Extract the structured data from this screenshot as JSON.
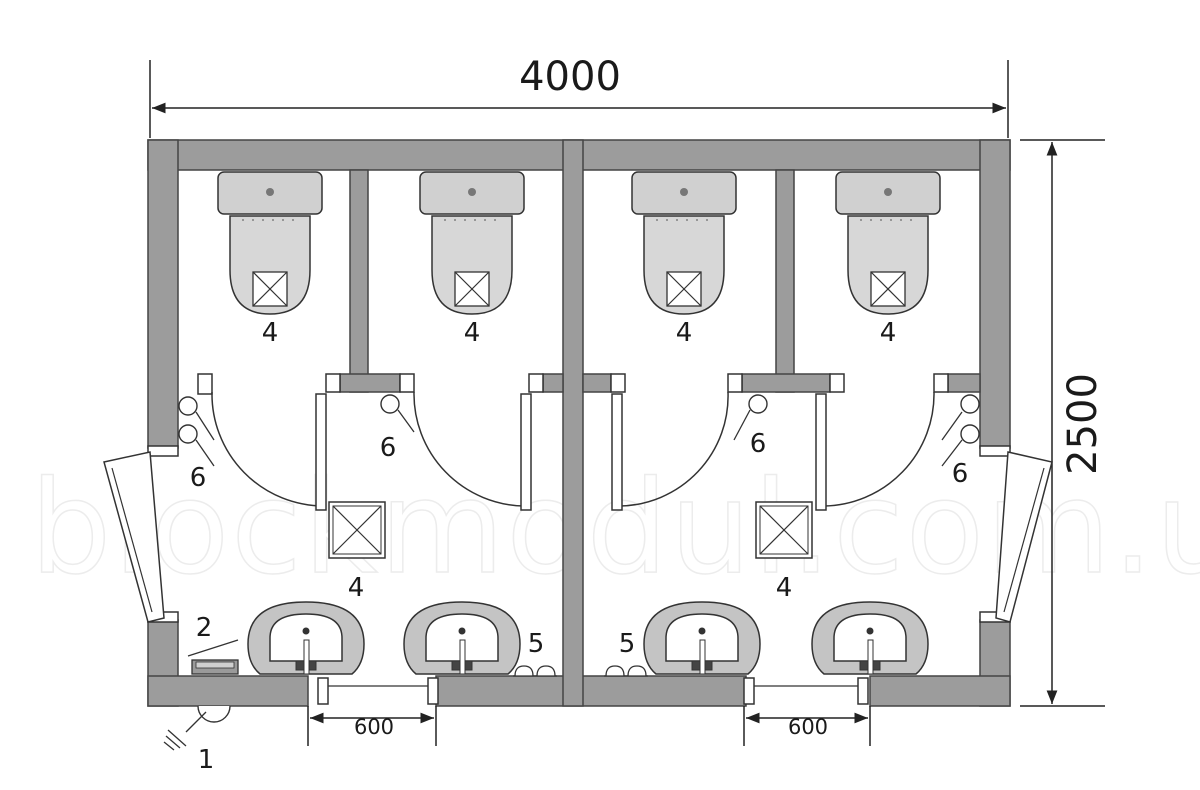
{
  "dimensions": {
    "width": "4000",
    "depth": "2500",
    "spacing_left": "600",
    "spacing_right": "600"
  },
  "watermark": "blockmodul.com.ua",
  "labels": {
    "toilet": "4",
    "washroom": "4",
    "door": "6",
    "bin": "2",
    "hooks": "5",
    "ground": "1"
  },
  "colors": {
    "wall": "#9c9c9c",
    "fixture": "#c4c4c4",
    "line": "#333333"
  }
}
